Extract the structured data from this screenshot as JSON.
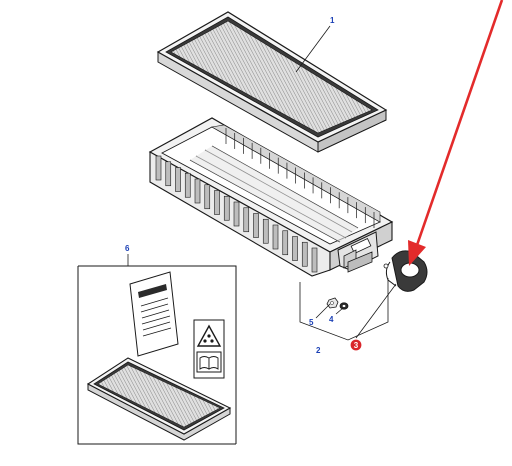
{
  "callouts": {
    "c1": "1",
    "c2": "2",
    "c3": "3",
    "c4": "4",
    "c5": "5",
    "c6": "6"
  },
  "colors": {
    "callout_text": "#1a3fb5",
    "highlight_badge": "#d9262b",
    "arrow": "#e32b2b",
    "line": "#1a1a1a",
    "filter_media": "#c8c8c8",
    "housing_fill": "#f2f2f2",
    "housing_shade": "#bdbdbd"
  },
  "highlighted_part": "3",
  "icons": [
    "warning-triangle-icon",
    "open-book-icon"
  ]
}
